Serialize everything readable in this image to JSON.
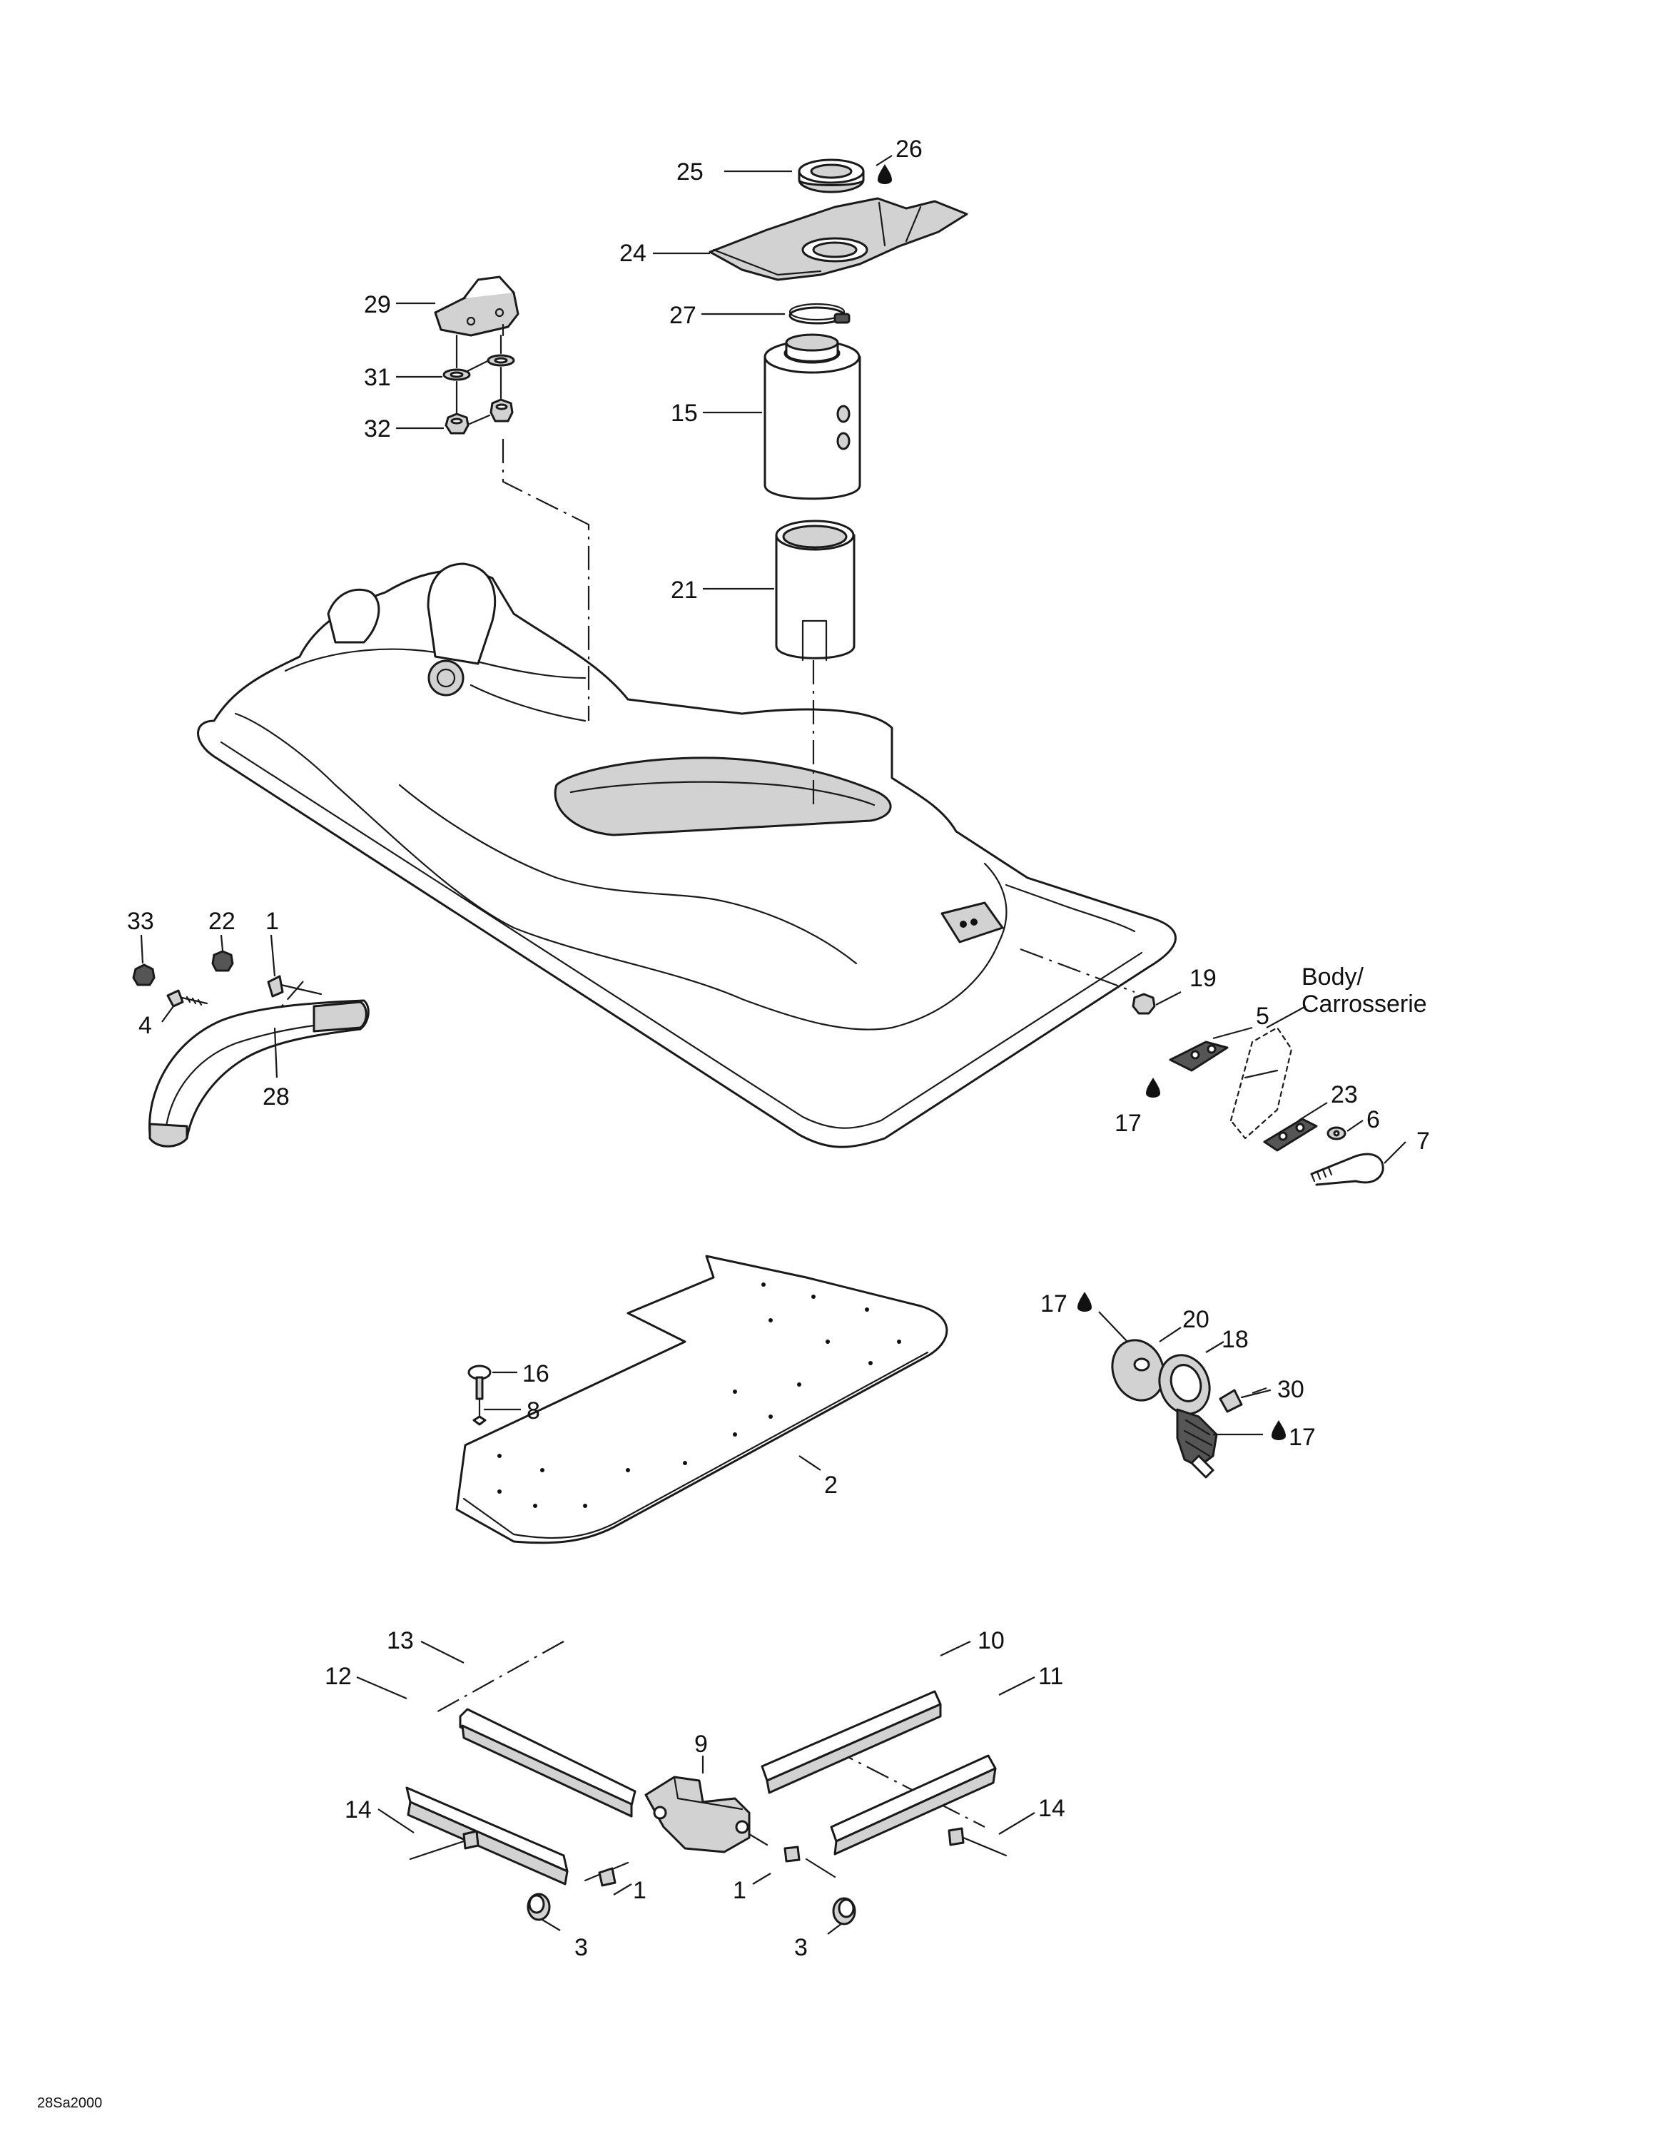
{
  "callouts": {
    "c1a": "1",
    "c1b": "1",
    "c1c": "1",
    "c2": "2",
    "c3a": "3",
    "c3b": "3",
    "c4": "4",
    "c5": "5",
    "c6": "6",
    "c7": "7",
    "c8": "8",
    "c9": "9",
    "c10": "10",
    "c11": "11",
    "c12": "12",
    "c13": "13",
    "c14a": "14",
    "c14b": "14",
    "c15": "15",
    "c16": "16",
    "c17a": "17",
    "c17b": "17",
    "c17c": "17",
    "c18": "18",
    "c19": "19",
    "c20": "20",
    "c21": "21",
    "c22": "22",
    "c23": "23",
    "c24": "24",
    "c25": "25",
    "c26": "26",
    "c27": "27",
    "c28": "28",
    "c29": "29",
    "c30": "30",
    "c31": "31",
    "c32": "32",
    "c33": "33"
  },
  "body_note": {
    "line1": "Body/",
    "line2": "Carrosserie"
  },
  "drawing_code": "28Sa2000"
}
